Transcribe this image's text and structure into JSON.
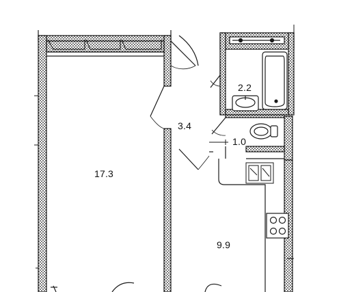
{
  "floor_plan": {
    "rooms": [
      {
        "id": "living",
        "area": "17.3"
      },
      {
        "id": "hall",
        "area": "3.4"
      },
      {
        "id": "bathroom",
        "area": "2.2"
      },
      {
        "id": "toilet",
        "area": "1.0"
      },
      {
        "id": "kitchen",
        "area": "9.9"
      }
    ],
    "colors": {
      "line": "#1a1a1a",
      "wall_hatch": "#1a1a1a",
      "background": "#ffffff"
    }
  }
}
